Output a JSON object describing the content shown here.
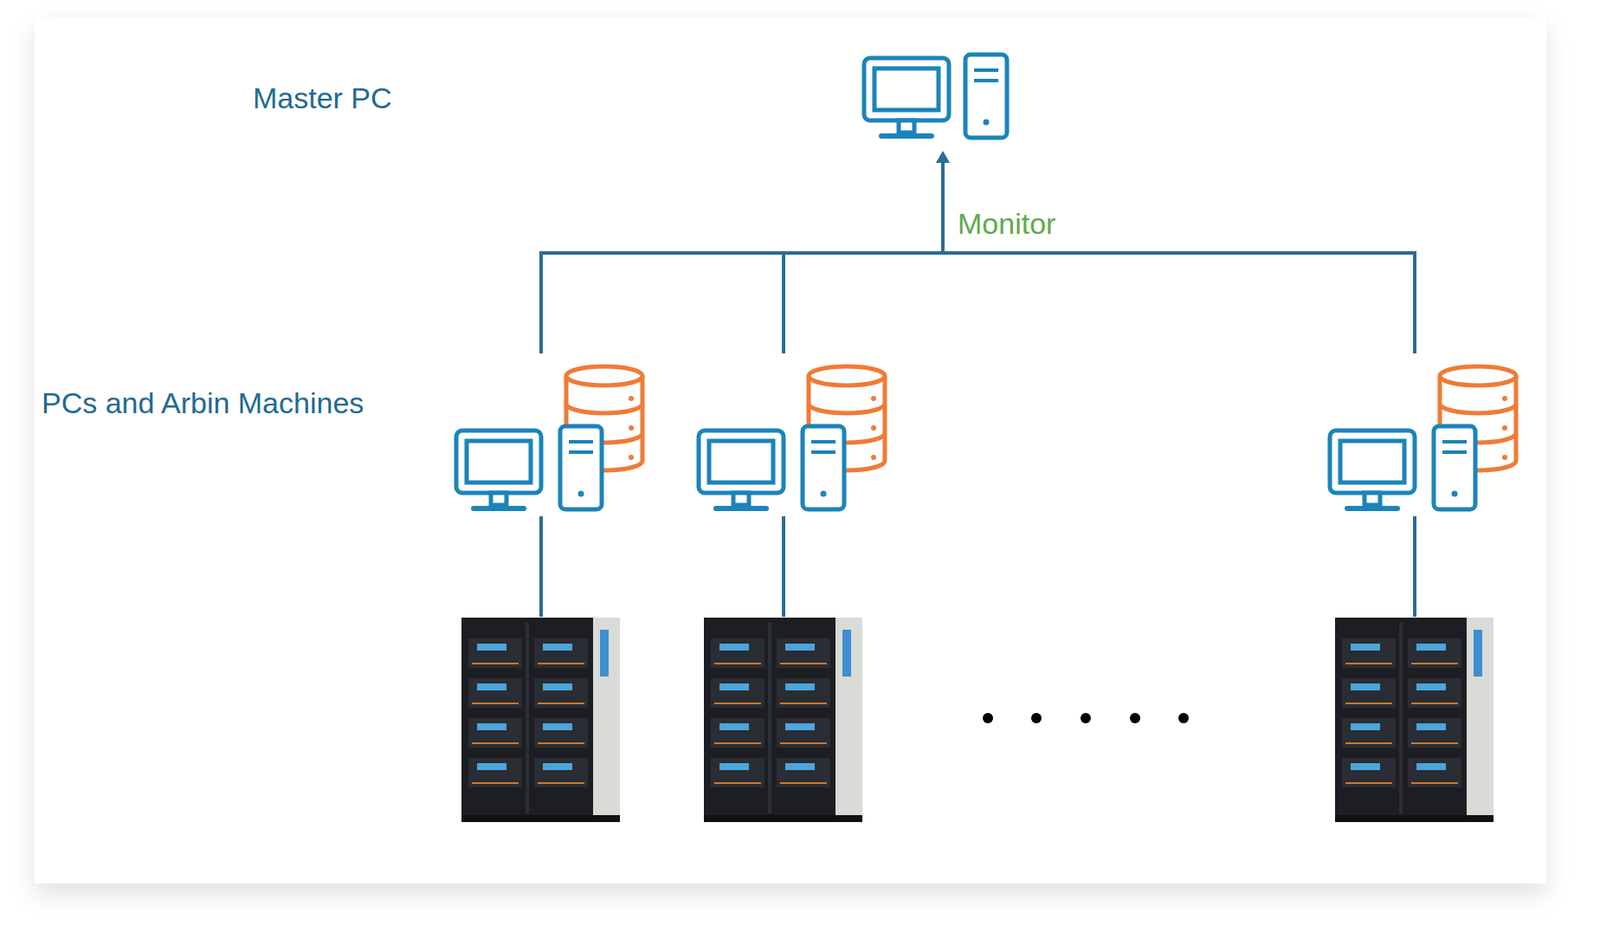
{
  "diagram": {
    "labels": [
      "Master PC",
      "Monitor",
      "PCs and Arbin Machines"
    ]
  }
}
